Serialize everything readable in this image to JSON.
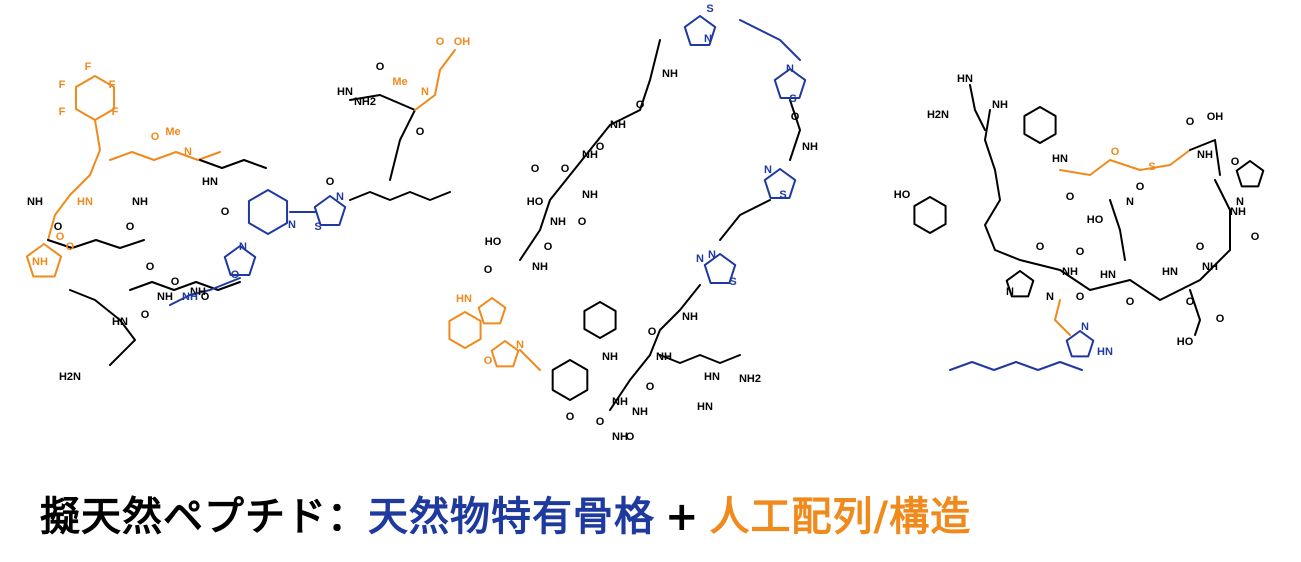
{
  "colors": {
    "core": "#000000",
    "natural": "#1f3a9e",
    "artificial": "#f08a1c"
  },
  "molecule_1": {
    "labels": [
      {
        "t": "F",
        "c": "artificial"
      },
      {
        "t": "F",
        "c": "artificial"
      },
      {
        "t": "F",
        "c": "artificial"
      },
      {
        "t": "F",
        "c": "artificial"
      },
      {
        "t": "F",
        "c": "artificial"
      },
      {
        "t": "Me",
        "c": "artificial"
      },
      {
        "t": "N",
        "c": "artificial"
      },
      {
        "t": "O",
        "c": "artificial"
      },
      {
        "t": "HN",
        "c": "artificial"
      },
      {
        "t": "O",
        "c": "artificial"
      },
      {
        "t": "NH",
        "c": "artificial"
      },
      {
        "t": "O",
        "c": "artificial"
      },
      {
        "t": "NH",
        "c": "core"
      },
      {
        "t": "O",
        "c": "core"
      },
      {
        "t": "NH",
        "c": "core"
      },
      {
        "t": "O",
        "c": "core"
      },
      {
        "t": "HN",
        "c": "core"
      },
      {
        "t": "O",
        "c": "core"
      },
      {
        "t": "NH",
        "c": "core"
      },
      {
        "t": "O",
        "c": "core"
      },
      {
        "t": "HN",
        "c": "core"
      },
      {
        "t": "O",
        "c": "core"
      },
      {
        "t": "O",
        "c": "core"
      },
      {
        "t": "NH2",
        "c": "core"
      },
      {
        "t": "O",
        "c": "core"
      },
      {
        "t": "HN",
        "c": "core"
      },
      {
        "t": "O",
        "c": "core"
      },
      {
        "t": "H2N",
        "c": "core"
      },
      {
        "t": "NH",
        "c": "core"
      },
      {
        "t": "O",
        "c": "core"
      },
      {
        "t": "N",
        "c": "natural"
      },
      {
        "t": "N",
        "c": "natural"
      },
      {
        "t": "O",
        "c": "natural"
      },
      {
        "t": "N",
        "c": "natural"
      },
      {
        "t": "S",
        "c": "natural"
      },
      {
        "t": "NH",
        "c": "natural"
      },
      {
        "t": "Me",
        "c": "artificial"
      },
      {
        "t": "N",
        "c": "artificial"
      },
      {
        "t": "O",
        "c": "artificial"
      },
      {
        "t": "OH",
        "c": "artificial"
      },
      {
        "t": "O",
        "c": "core"
      }
    ]
  },
  "molecule_2": {
    "labels": [
      {
        "t": "S",
        "c": "natural"
      },
      {
        "t": "N",
        "c": "natural"
      },
      {
        "t": "N",
        "c": "natural"
      },
      {
        "t": "S",
        "c": "natural"
      },
      {
        "t": "N",
        "c": "natural"
      },
      {
        "t": "S",
        "c": "natural"
      },
      {
        "t": "N",
        "c": "natural"
      },
      {
        "t": "S",
        "c": "natural"
      },
      {
        "t": "HN",
        "c": "artificial"
      },
      {
        "t": "O",
        "c": "artificial"
      },
      {
        "t": "N",
        "c": "artificial"
      },
      {
        "t": "NH",
        "c": "core"
      },
      {
        "t": "O",
        "c": "core"
      },
      {
        "t": "NH",
        "c": "core"
      },
      {
        "t": "O",
        "c": "core"
      },
      {
        "t": "NH",
        "c": "core"
      },
      {
        "t": "O",
        "c": "core"
      },
      {
        "t": "O",
        "c": "core"
      },
      {
        "t": "HO",
        "c": "core"
      },
      {
        "t": "NH",
        "c": "core"
      },
      {
        "t": "O",
        "c": "core"
      },
      {
        "t": "NH",
        "c": "core"
      },
      {
        "t": "O",
        "c": "core"
      },
      {
        "t": "HO",
        "c": "core"
      },
      {
        "t": "O",
        "c": "core"
      },
      {
        "t": "NH",
        "c": "core"
      },
      {
        "t": "O",
        "c": "core"
      },
      {
        "t": "NH",
        "c": "core"
      },
      {
        "t": "NH",
        "c": "core"
      },
      {
        "t": "O",
        "c": "core"
      },
      {
        "t": "NH",
        "c": "core"
      },
      {
        "t": "O",
        "c": "core"
      },
      {
        "t": "NH",
        "c": "core"
      },
      {
        "t": "O",
        "c": "core"
      },
      {
        "t": "NH",
        "c": "core"
      },
      {
        "t": "HN",
        "c": "core"
      },
      {
        "t": "NH2",
        "c": "core"
      },
      {
        "t": "HN",
        "c": "core"
      },
      {
        "t": "O",
        "c": "core"
      },
      {
        "t": "NH",
        "c": "core"
      },
      {
        "t": "N",
        "c": "natural"
      },
      {
        "t": "O",
        "c": "core"
      },
      {
        "t": "NH",
        "c": "core"
      }
    ]
  },
  "molecule_3": {
    "labels": [
      {
        "t": "HN",
        "c": "core"
      },
      {
        "t": "H2N",
        "c": "core"
      },
      {
        "t": "NH",
        "c": "core"
      },
      {
        "t": "HO",
        "c": "core"
      },
      {
        "t": "O",
        "c": "artificial"
      },
      {
        "t": "S",
        "c": "artificial"
      },
      {
        "t": "O",
        "c": "core"
      },
      {
        "t": "OH",
        "c": "core"
      },
      {
        "t": "NH",
        "c": "core"
      },
      {
        "t": "O",
        "c": "core"
      },
      {
        "t": "NH",
        "c": "core"
      },
      {
        "t": "O",
        "c": "core"
      },
      {
        "t": "HN",
        "c": "core"
      },
      {
        "t": "O",
        "c": "core"
      },
      {
        "t": "N",
        "c": "core"
      },
      {
        "t": "O",
        "c": "core"
      },
      {
        "t": "HO",
        "c": "core"
      },
      {
        "t": "O",
        "c": "core"
      },
      {
        "t": "O",
        "c": "core"
      },
      {
        "t": "N",
        "c": "core"
      },
      {
        "t": "NH",
        "c": "core"
      },
      {
        "t": "O",
        "c": "core"
      },
      {
        "t": "HN",
        "c": "core"
      },
      {
        "t": "O",
        "c": "core"
      },
      {
        "t": "HN",
        "c": "core"
      },
      {
        "t": "O",
        "c": "core"
      },
      {
        "t": "N",
        "c": "core"
      },
      {
        "t": "O",
        "c": "core"
      },
      {
        "t": "NH",
        "c": "core"
      },
      {
        "t": "O",
        "c": "core"
      },
      {
        "t": "HO",
        "c": "core"
      },
      {
        "t": "N",
        "c": "natural"
      },
      {
        "t": "HN",
        "c": "natural"
      },
      {
        "t": "N",
        "c": "core"
      }
    ]
  },
  "caption": {
    "part1": "擬天然ペプチド：",
    "part2": "天然物特有骨格",
    "plus": "+",
    "part3": "人工配列/構造"
  }
}
